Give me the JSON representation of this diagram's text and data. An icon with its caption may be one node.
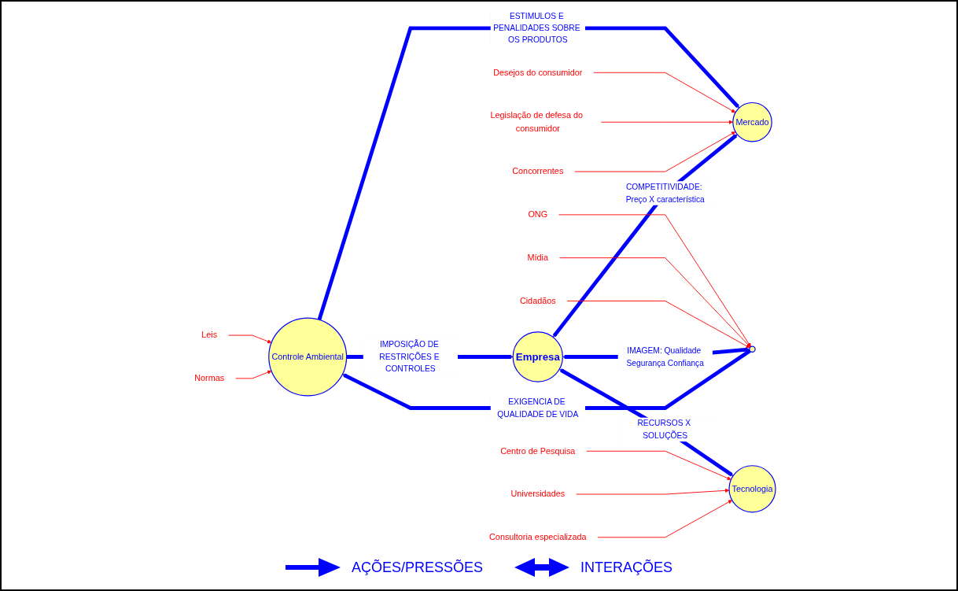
{
  "diagram": {
    "nodes": [
      {
        "text": [
          "Leis"
        ]
      },
      {
        "text": [
          "Normas"
        ]
      },
      {
        "text": [
          "Controle Ambiental"
        ]
      },
      {
        "text": [
          "Desejos do consumidor"
        ]
      },
      {
        "text": [
          "Mercado"
        ]
      },
      {
        "text": [
          "Legislação de defesa do consumidor"
        ]
      },
      {
        "text": [
          "Concorrentes"
        ]
      },
      {
        "text": [
          "Empresa"
        ]
      },
      {
        "text": [
          "ONG"
        ]
      },
      {
        "text": [
          "Mídia"
        ]
      },
      {
        "text": [],
        "shape": "circle"
      },
      {
        "text": [
          "Cidadãos"
        ]
      },
      {
        "text": [
          "Centro de Pesquisa"
        ]
      },
      {
        "text": [
          "Tecnologia"
        ]
      },
      {
        "text": [
          "Universidades"
        ]
      },
      {
        "text": [
          "Consultoria especializada"
        ]
      }
    ],
    "edges": [
      {
        "from": 0,
        "to": 2,
        "arrow": "to"
      },
      {
        "from": 1,
        "to": 2,
        "arrow": "to"
      },
      {
        "from": 2,
        "to": 4,
        "arrow": "to",
        "label": "ESTIMULOS E PENALIDADES SOBRE OS PRODUTOS",
        "style": "thick",
        "color": "#0000ff"
      },
      {
        "from": 3,
        "to": 4,
        "arrow": "to"
      },
      {
        "from": 5,
        "to": 4,
        "arrow": "to"
      },
      {
        "from": 6,
        "to": 4,
        "arrow": "to"
      },
      {
        "from": 2,
        "to": 7,
        "arrow": "to",
        "label": "IMPOSIÇÃO DE RESTRIÇÕES E CONTROLES",
        "style": "thick",
        "color": "#0000ff"
      },
      {
        "from": 10,
        "to": 2,
        "arrow": "to",
        "label": "EXIGENCIA DE QUALIDADE DE VIDA",
        "style": "thick",
        "color": "#0000ff"
      },
      {
        "from": 7,
        "to": 4,
        "arrow": "both",
        "label": "COMPETITIVIDADE: Preço X característica",
        "style": "thick",
        "color": "#0000ff"
      },
      {
        "from": 8,
        "to": 10,
        "arrow": "to"
      },
      {
        "from": 9,
        "to": 10,
        "arrow": "to"
      },
      {
        "from": 11,
        "to": 10,
        "arrow": "to"
      },
      {
        "from": 7,
        "to": 10,
        "arrow": "both",
        "label": "IMAGEM: Qualidade Segurança Confiança",
        "style": "thick",
        "color": "#0000ff"
      },
      {
        "from": 7,
        "to": 13,
        "arrow": "both",
        "label": "RECURSOS X SOLUÇÕES",
        "style": "thick",
        "color": "#0000ff"
      },
      {
        "from": 12,
        "to": 13,
        "arrow": "to"
      },
      {
        "from": 14,
        "to": 13,
        "arrow": "to"
      },
      {
        "from": 15,
        "to": 13,
        "arrow": "to"
      }
    ],
    "legend": [
      {
        "text": "AÇÕES/PRESSÕES"
      },
      {
        "text": "INTERAÇÕES"
      }
    ]
  }
}
